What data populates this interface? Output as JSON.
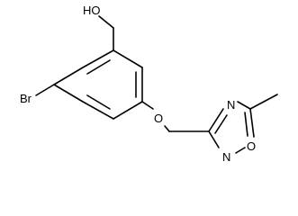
{
  "molecule": {
    "atoms": {
      "hydroxyl": "HO",
      "bromine": "Br",
      "ether_oxygen": "O",
      "ring_nitrogen_top": "N",
      "ring_oxygen": "O",
      "ring_nitrogen_bottom": "N"
    }
  }
}
